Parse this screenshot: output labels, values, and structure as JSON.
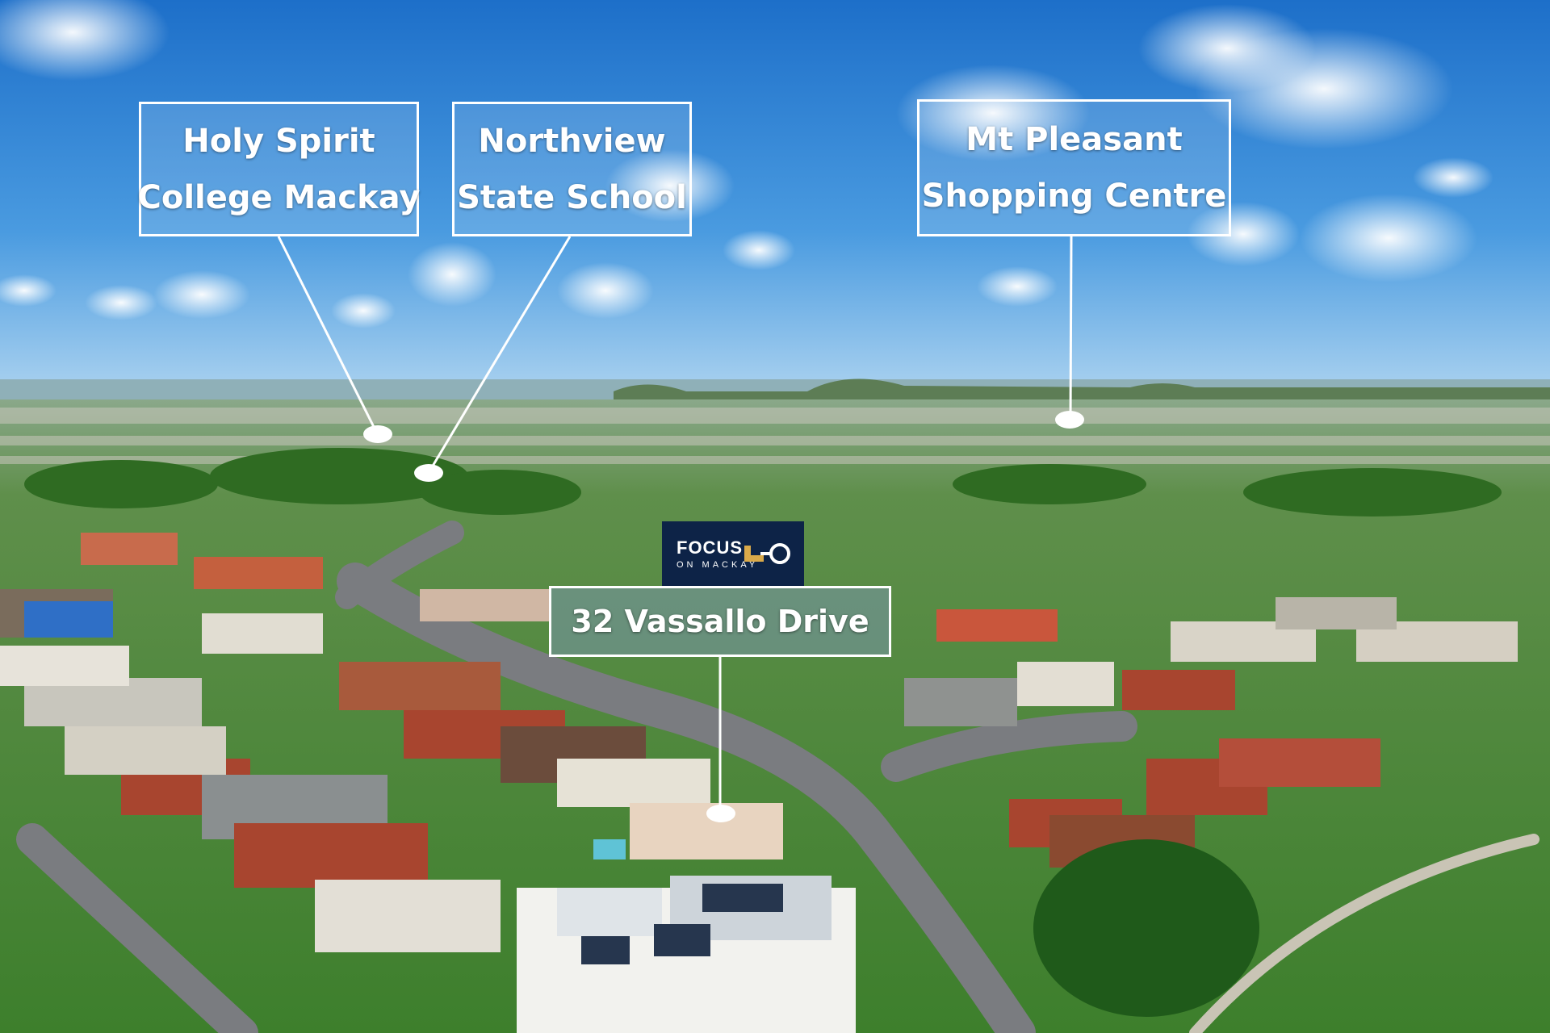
{
  "labels": {
    "holy_spirit": {
      "line1": "Holy Spirit",
      "line2": "College Mackay"
    },
    "northview": {
      "line1": "Northview",
      "line2": "State School"
    },
    "mt_pleasant": {
      "line1": "Mt Pleasant",
      "line2": "Shopping Centre"
    },
    "address": "32 Vassallo Drive"
  },
  "logo": {
    "brand": "FOCUS",
    "tagline": "ON MACKAY",
    "icon": "key-icon",
    "background": "#0d2347",
    "accent": "#d9a94a"
  },
  "colors": {
    "sky_top": "#1f78d1",
    "sky_horizon": "#8fc3ee",
    "grass": "#3f8f2a",
    "road": "#6d6f73",
    "roof_red": "#a8452f",
    "roof_light": "#e6e2d6"
  }
}
